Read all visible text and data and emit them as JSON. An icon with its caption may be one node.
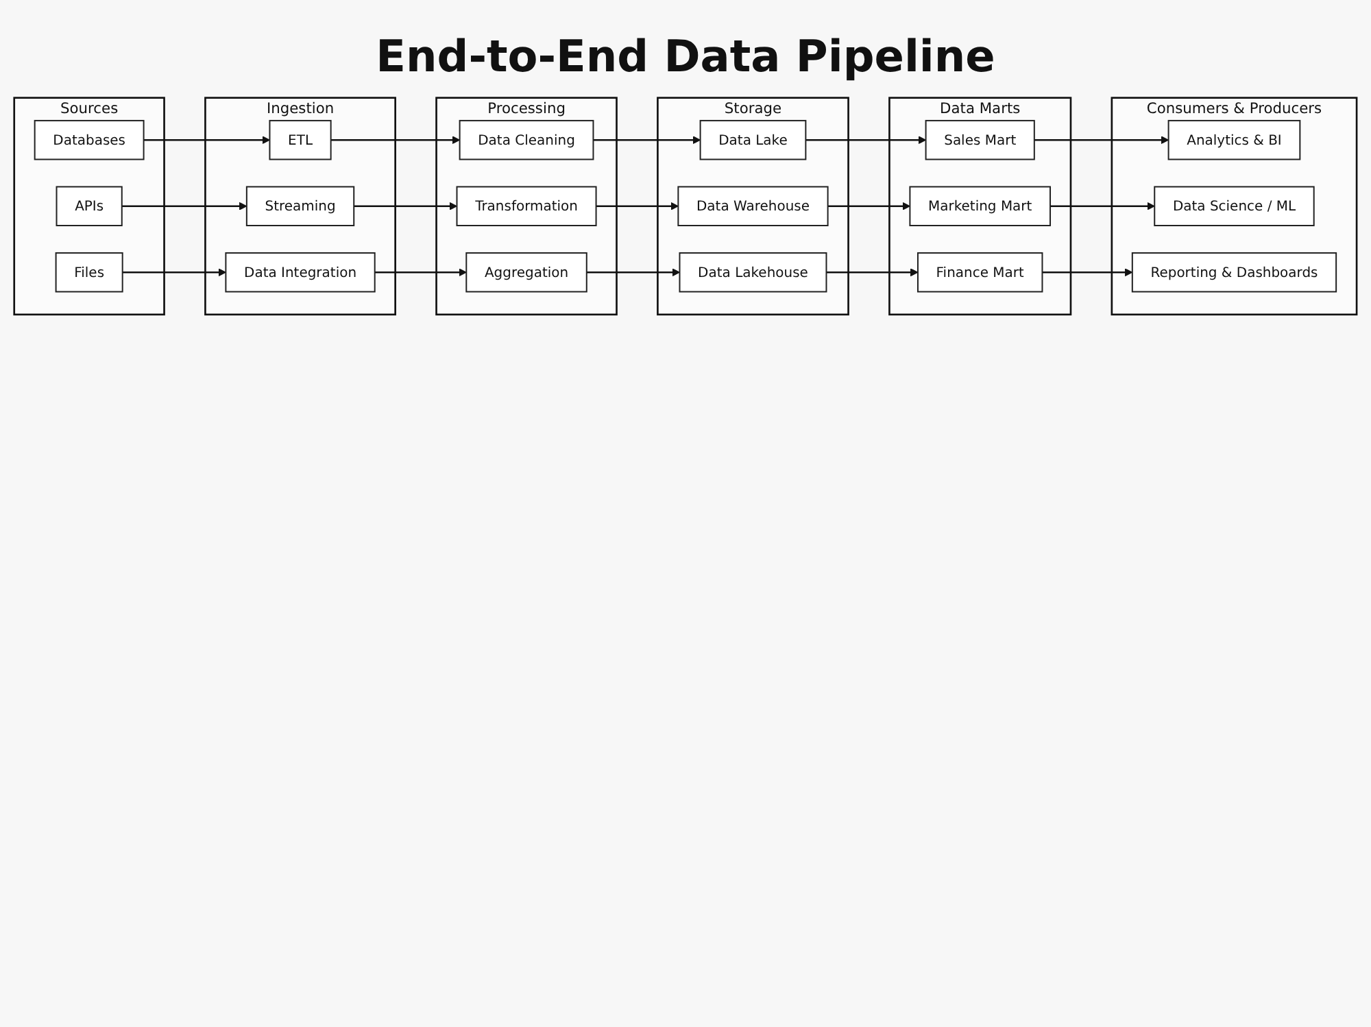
{
  "diagram": {
    "title": "End-to-End Data Pipeline",
    "nodes": [
      {
        "text": [
          "Sources"
        ]
      },
      {
        "text": [
          "Databases"
        ],
        "in": 0
      },
      {
        "text": [
          "APIs"
        ],
        "in": 0
      },
      {
        "text": [
          "Files"
        ],
        "in": 0
      },
      {
        "text": [
          "Ingestion"
        ]
      },
      {
        "text": [
          "ETL"
        ],
        "in": 4
      },
      {
        "text": [
          "Streaming"
        ],
        "in": 4
      },
      {
        "text": [
          "Data Integration"
        ],
        "in": 4
      },
      {
        "text": [
          "Processing"
        ]
      },
      {
        "text": [
          "Data Cleaning"
        ],
        "in": 8
      },
      {
        "text": [
          "Transformation"
        ],
        "in": 8
      },
      {
        "text": [
          "Aggregation"
        ],
        "in": 8
      },
      {
        "text": [
          "Storage"
        ]
      },
      {
        "text": [
          "Data Lake"
        ],
        "in": 12
      },
      {
        "text": [
          "Data Warehouse"
        ],
        "in": 12
      },
      {
        "text": [
          "Data Lakehouse"
        ],
        "in": 12
      },
      {
        "text": [
          "Data Marts"
        ]
      },
      {
        "text": [
          "Sales Mart"
        ],
        "in": 16
      },
      {
        "text": [
          "Marketing Mart"
        ],
        "in": 16
      },
      {
        "text": [
          "Finance Mart"
        ],
        "in": 16
      },
      {
        "text": [
          "Consumers & Producers"
        ]
      },
      {
        "text": [
          "Analytics & BI"
        ],
        "in": 20
      },
      {
        "text": [
          "Data Science / ML"
        ],
        "in": 20
      },
      {
        "text": [
          "Reporting & Dashboards"
        ],
        "in": 20
      }
    ],
    "edges": [
      {
        "from": 1,
        "to": 5,
        "arrow": "to"
      },
      {
        "from": 2,
        "to": 6,
        "arrow": "to"
      },
      {
        "from": 3,
        "to": 7,
        "arrow": "to"
      },
      {
        "from": 5,
        "to": 9,
        "arrow": "to"
      },
      {
        "from": 6,
        "to": 10,
        "arrow": "to"
      },
      {
        "from": 7,
        "to": 11,
        "arrow": "to"
      },
      {
        "from": 9,
        "to": 13,
        "arrow": "to"
      },
      {
        "from": 10,
        "to": 14,
        "arrow": "to"
      },
      {
        "from": 11,
        "to": 15,
        "arrow": "to"
      },
      {
        "from": 13,
        "to": 17,
        "arrow": "to"
      },
      {
        "from": 14,
        "to": 18,
        "arrow": "to"
      },
      {
        "from": 15,
        "to": 19,
        "arrow": "to"
      },
      {
        "from": 17,
        "to": 21,
        "arrow": "to"
      },
      {
        "from": 18,
        "to": 22,
        "arrow": "to"
      },
      {
        "from": 19,
        "to": 23,
        "arrow": "to"
      }
    ]
  }
}
